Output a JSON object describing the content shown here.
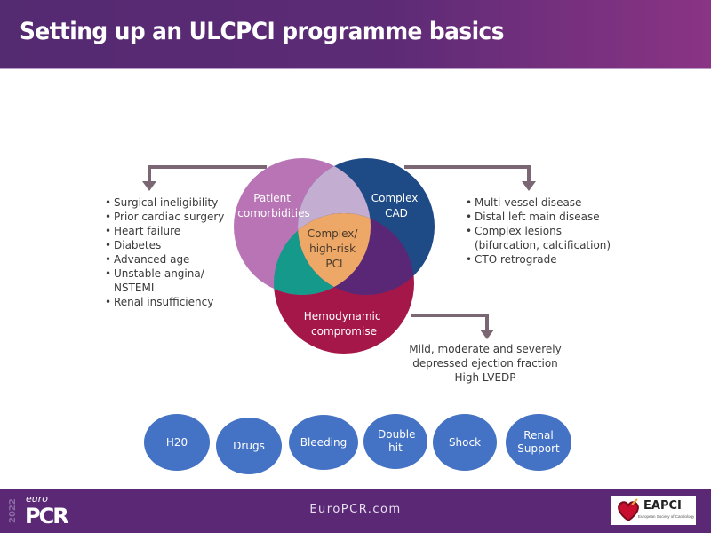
{
  "slide": {
    "title": "Setting up an ULCPCI programme basics"
  },
  "venn": {
    "circles": {
      "patient": {
        "label_lines": [
          "Patient",
          "comorbidities"
        ],
        "color": "#b974b5"
      },
      "cad": {
        "label_lines": [
          "Complex",
          "CAD"
        ],
        "color": "#1e4a86"
      },
      "hemodynamic": {
        "label_lines": [
          "Hemodynamic",
          "compromise"
        ],
        "color": "#a51748"
      }
    },
    "overlaps": {
      "patient_cad": "#c3aed1",
      "patient_hemodynamic": "#14998a",
      "cad_hemodynamic": "#5a2777",
      "center": {
        "label_lines": [
          "Complex/",
          "high-risk",
          "PCI"
        ],
        "color": "#eda868"
      }
    },
    "arrow_color": "#7b6773"
  },
  "patient_factors": [
    "Surgical ineligibility",
    "Prior cardiac surgery",
    "Heart failure",
    "Diabetes",
    "Advanced age",
    "Unstable angina/",
    "NSTEMI",
    "Renal insufficiency"
  ],
  "cad_factors": [
    "Multi-vessel disease",
    "Distal left main disease",
    "Complex lesions",
    "(bifurcation, calcification)",
    "CTO retrograde"
  ],
  "hemodynamic_factors": [
    "Mild, moderate and severely",
    "depressed ejection fraction",
    "High LVEDP"
  ],
  "bubbles": [
    {
      "label": "H20"
    },
    {
      "label": "Drugs"
    },
    {
      "label": "Bleeding"
    },
    {
      "label": "Double hit"
    },
    {
      "label": "Shock"
    },
    {
      "label": "Renal Support"
    }
  ],
  "bubble_color": "#4472c4",
  "footer": {
    "logo_year": "2022",
    "logo_euro": "euro",
    "logo_pcr": "PCR",
    "site": "EuroPCR.com",
    "partner_name": "EAPCI",
    "partner_sub": "European Society of Cardiology"
  }
}
